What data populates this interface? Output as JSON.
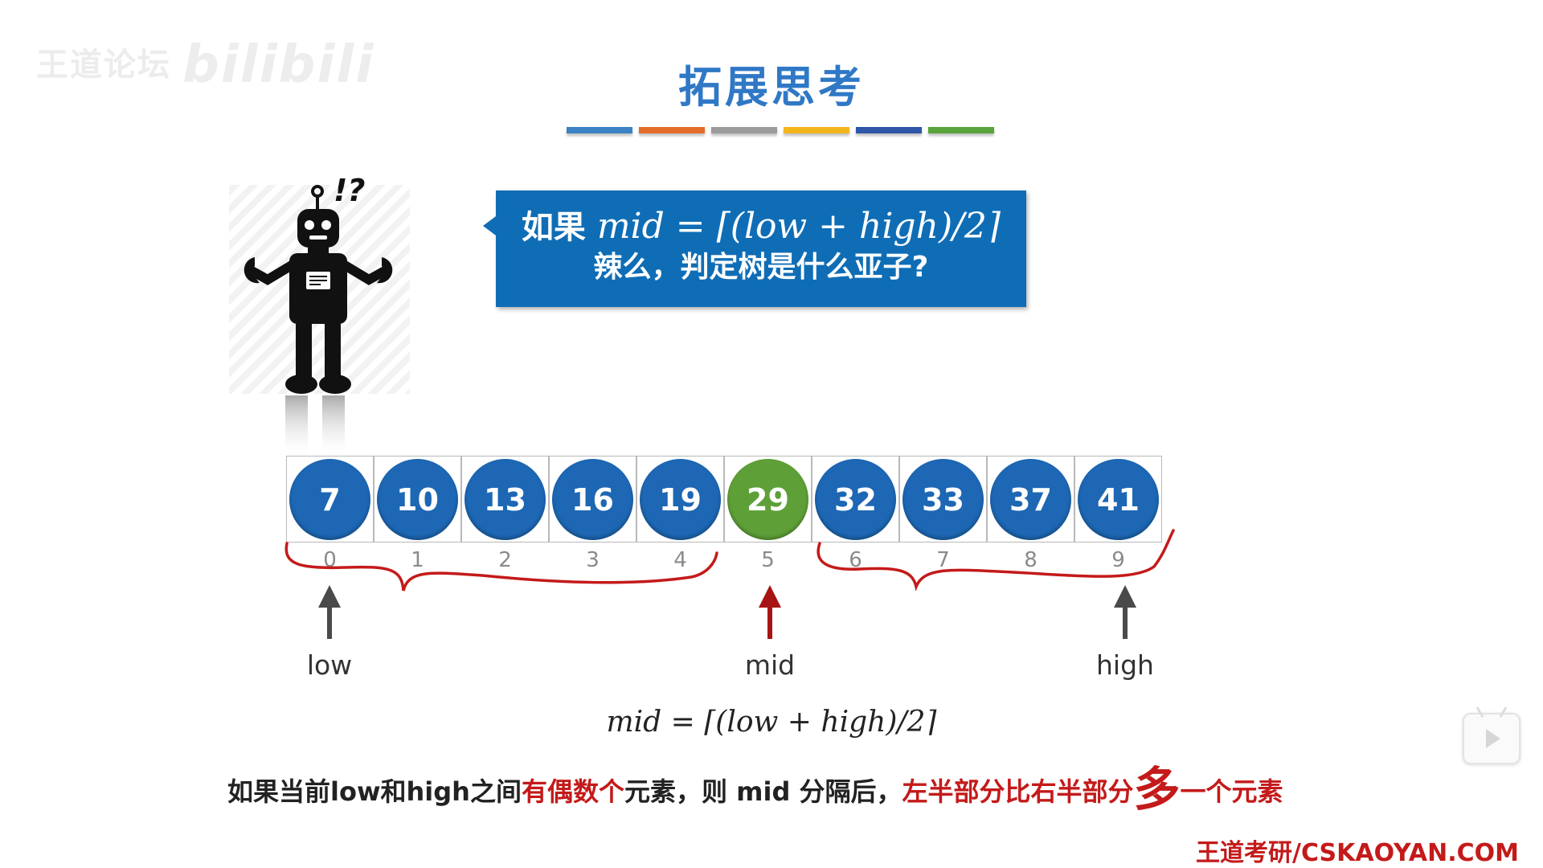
{
  "watermark": {
    "text": "王道论坛",
    "logo": "bilibili"
  },
  "title": "拓展思考",
  "title_bar_colors": [
    "#3a82c4",
    "#e36c2b",
    "#9b9b9b",
    "#f2b51c",
    "#2f56a8",
    "#58a33b"
  ],
  "callout": {
    "prefix": "如果 ",
    "formula": "mid = ⌈(low + high)/2⌉",
    "line2": "辣么，判定树是什么亚子?"
  },
  "array": {
    "values": [
      "7",
      "10",
      "13",
      "16",
      "19",
      "29",
      "32",
      "33",
      "37",
      "41"
    ],
    "indices": [
      "0",
      "1",
      "2",
      "3",
      "4",
      "5",
      "6",
      "7",
      "8",
      "9"
    ],
    "mid_index": 5
  },
  "pointers": {
    "low": "low",
    "mid": "mid",
    "high": "high"
  },
  "formula": "mid = ⌈(low + high)/2⌉",
  "note": {
    "part1": "如果当前low和high之间",
    "part2": "有偶数个",
    "part3": "元素，则 mid 分隔后，",
    "part4": "左半部分比右半部分",
    "part5": "多",
    "part6": "一个元素"
  },
  "footer": "王道考研/CSKAOYAN.COM",
  "colors": {
    "title": "#2f78c6",
    "callout": "#0f6db6",
    "circle_blue": "#1d67b4",
    "circle_green": "#5ea037",
    "highlight_red": "#c41a1a",
    "arrow_gray": "#4a4a4a"
  },
  "icons": {
    "robot": "confused-robot-icon",
    "play": "play-icon"
  }
}
